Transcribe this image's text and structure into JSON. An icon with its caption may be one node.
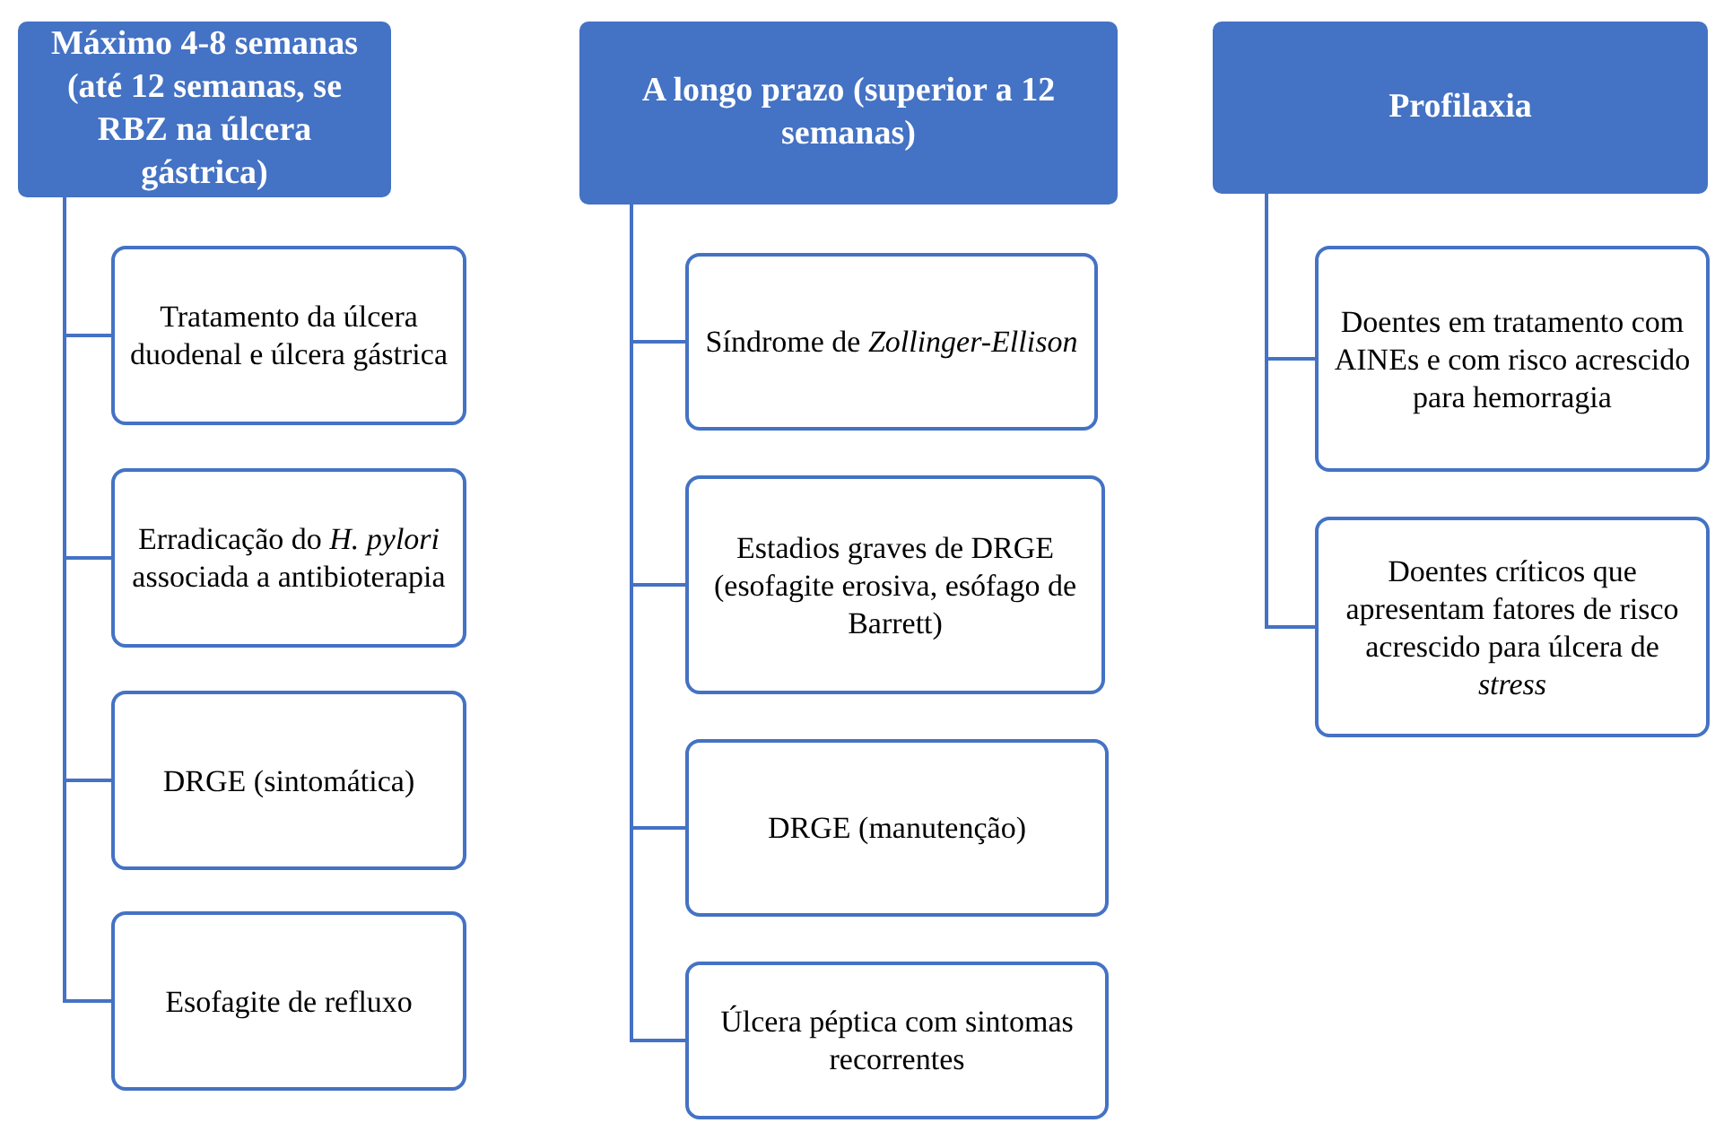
{
  "diagram": {
    "nodes": [
      {
        "text": [
          "Máximo 4-8 semanas (até 12 semanas, se RBZ na úlcera gástrica)"
        ]
      },
      {
        "text": [
          "Tratamento da úlcera duodenal e úlcera gástrica"
        ]
      },
      {
        "text": [
          "Erradicação do *H. pylori* associada a antibioterapia"
        ]
      },
      {
        "text": [
          "DRGE (sintomática)"
        ]
      },
      {
        "text": [
          "Esofagite de refluxo"
        ]
      },
      {
        "text": [
          "A longo prazo (superior a 12 semanas)"
        ]
      },
      {
        "text": [
          "Síndrome de *Zollinger-Ellison*"
        ]
      },
      {
        "text": [
          "Estadios graves de DRGE (esofagite erosiva, esófago de Barrett)"
        ]
      },
      {
        "text": [
          "DRGE (manutenção)"
        ]
      },
      {
        "text": [
          "Úlcera péptica com sintomas recorrentes"
        ]
      },
      {
        "text": [
          "Profilaxia"
        ]
      },
      {
        "text": [
          "Doentes em tratamento com AINEs e com risco acrescido para hemorragia"
        ]
      },
      {
        "text": [
          "Doentes críticos que apresentam fatores de risco acrescido para úlcera de *stress*"
        ]
      }
    ],
    "edges": [
      {
        "from": 0,
        "to": 1,
        "arrow": "none"
      },
      {
        "from": 0,
        "to": 2,
        "arrow": "none"
      },
      {
        "from": 0,
        "to": 3,
        "arrow": "none"
      },
      {
        "from": 0,
        "to": 4,
        "arrow": "none"
      },
      {
        "from": 5,
        "to": 6,
        "arrow": "none"
      },
      {
        "from": 5,
        "to": 7,
        "arrow": "none"
      },
      {
        "from": 5,
        "to": 8,
        "arrow": "none"
      },
      {
        "from": 5,
        "to": 9,
        "arrow": "none"
      },
      {
        "from": 10,
        "to": 11,
        "arrow": "none"
      },
      {
        "from": 10,
        "to": 12,
        "arrow": "none"
      }
    ]
  }
}
